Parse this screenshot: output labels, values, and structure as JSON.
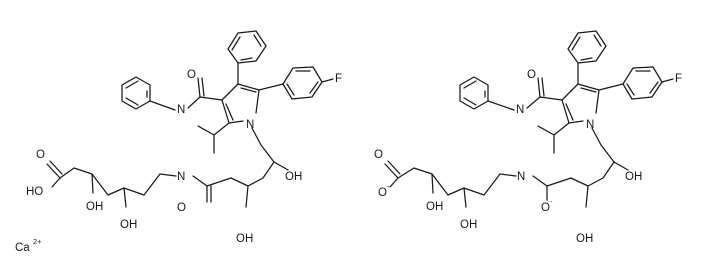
{
  "structure": {
    "left_molecule": {
      "atoms": {
        "o_amide": "O",
        "n_amide": "N",
        "n_pyrrole": "N",
        "f": "F",
        "o_acid": "O",
        "ho_acid": "HO",
        "oh1": "OH",
        "oh2": "OH",
        "n_link": "N",
        "o_carbonyl": "O",
        "oh3": "OH",
        "oh4": "OH"
      }
    },
    "right_molecule": {
      "atoms": {
        "o_amide": "O",
        "n_amide": "N",
        "n_pyrrole": "N",
        "f": "F",
        "o_carboxyl": "O",
        "o_carboxylate": "O",
        "charge_carboxylate": "-",
        "oh1": "OH",
        "oh2": "OH",
        "n_link": "N",
        "o_enolate": "O",
        "charge_enolate": "-",
        "oh3": "OH",
        "oh4": "OH"
      }
    },
    "counterion": {
      "symbol": "Ca",
      "charge": "2+"
    }
  }
}
